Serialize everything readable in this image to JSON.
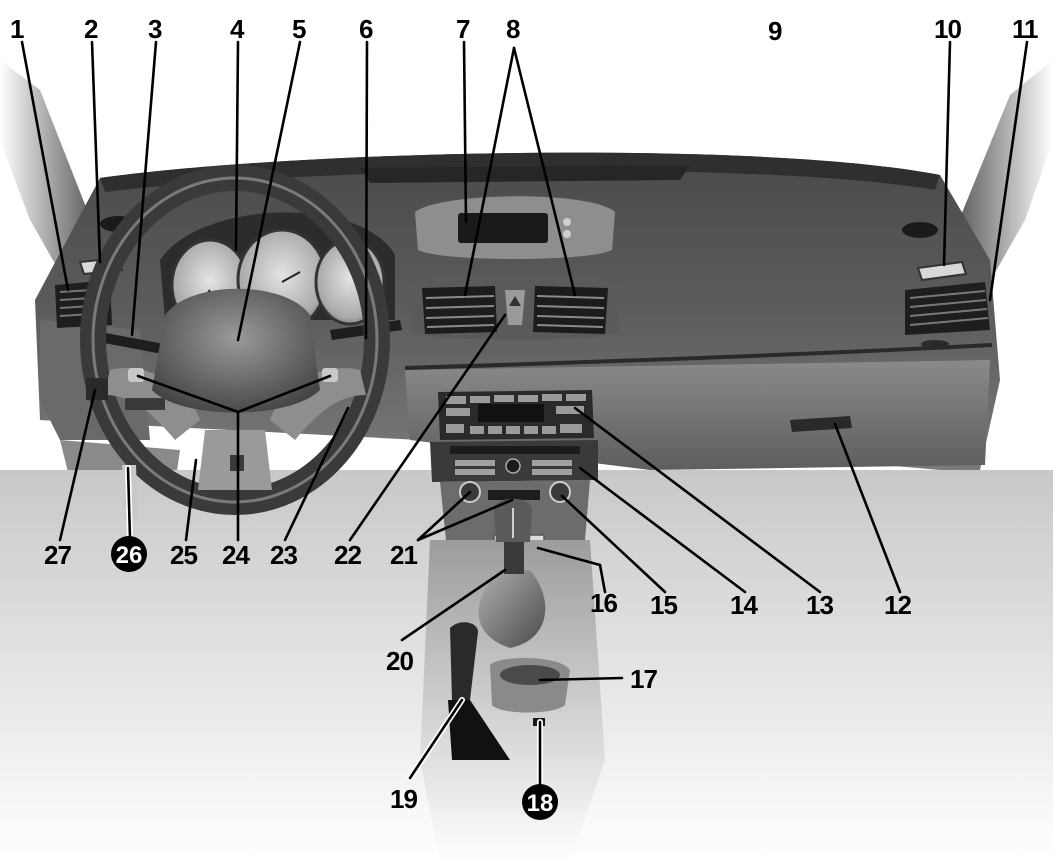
{
  "callouts": [
    {
      "id": "1",
      "label": "1"
    },
    {
      "id": "2",
      "label": "2"
    },
    {
      "id": "3",
      "label": "3"
    },
    {
      "id": "4",
      "label": "4"
    },
    {
      "id": "5",
      "label": "5"
    },
    {
      "id": "6",
      "label": "6"
    },
    {
      "id": "7",
      "label": "7"
    },
    {
      "id": "8",
      "label": "8"
    },
    {
      "id": "9",
      "label": "9"
    },
    {
      "id": "10",
      "label": "10"
    },
    {
      "id": "11",
      "label": "11"
    },
    {
      "id": "12",
      "label": "12"
    },
    {
      "id": "13",
      "label": "13"
    },
    {
      "id": "14",
      "label": "14"
    },
    {
      "id": "15",
      "label": "15"
    },
    {
      "id": "16",
      "label": "16"
    },
    {
      "id": "17",
      "label": "17"
    },
    {
      "id": "18",
      "label": "18"
    },
    {
      "id": "19",
      "label": "19"
    },
    {
      "id": "20",
      "label": "20"
    },
    {
      "id": "21",
      "label": "21"
    },
    {
      "id": "22",
      "label": "22"
    },
    {
      "id": "23",
      "label": "23"
    },
    {
      "id": "24",
      "label": "24"
    },
    {
      "id": "25",
      "label": "25"
    },
    {
      "id": "26",
      "label": "26"
    },
    {
      "id": "27",
      "label": "27"
    }
  ],
  "colors": {
    "dash_dark": "#3a3a3a",
    "dash_mid": "#6e6e6e",
    "dash_light": "#b8b8b8",
    "label": "#000000",
    "leader": "#000000"
  }
}
